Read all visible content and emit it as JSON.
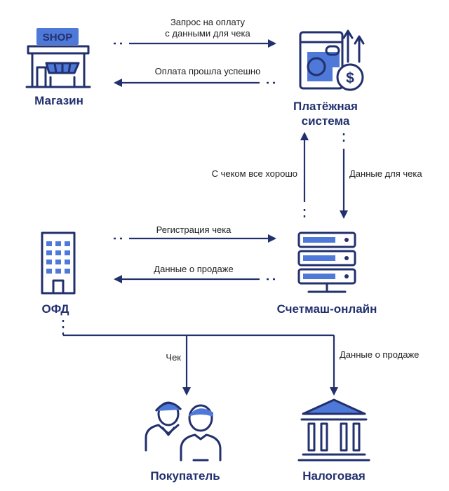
{
  "nodes": {
    "shop": {
      "label": "Магазин",
      "sign": "SHOP"
    },
    "payment": {
      "label_line1": "Платёжная",
      "label_line2": "система"
    },
    "ofd": {
      "label": "ОФД"
    },
    "server": {
      "label": "Счетмаш-онлайн"
    },
    "buyer": {
      "label": "Покупатель"
    },
    "tax": {
      "label": "Налоговая"
    }
  },
  "edges": {
    "pay_request_line1": "Запрос на оплату",
    "pay_request_line2": "с данными для чека",
    "pay_success": "Оплата прошла успешно",
    "receipt_ok": "С чеком все хорошо",
    "receipt_data": "Данные для чека",
    "registration": "Регистрация чека",
    "sale_data": "Данные о продаже",
    "receipt": "Чек",
    "sale_data_tax": "Данные о продаже"
  },
  "colors": {
    "ink": "#22306e",
    "accent": "#4f79d8"
  }
}
